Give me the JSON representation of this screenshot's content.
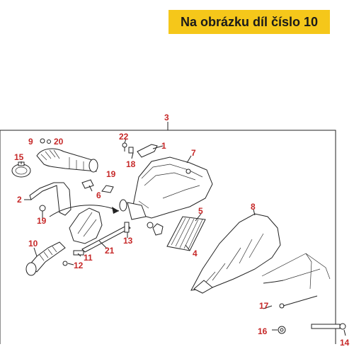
{
  "badge": {
    "text": "Na obrázku díl číslo 10",
    "bg": "#f5c71a"
  },
  "label_color": "#c62828",
  "callouts": {
    "c1": "1",
    "c2": "2",
    "c3": "3",
    "c4": "4",
    "c5": "5",
    "c6": "6",
    "c7": "7",
    "c8": "8",
    "c9": "9",
    "c10": "10",
    "c11": "11",
    "c12": "12",
    "c13": "13",
    "c14": "14",
    "c15": "15",
    "c16": "16",
    "c17": "17",
    "c18": "18",
    "c19a": "19",
    "c19b": "19",
    "c20": "20",
    "c21": "21",
    "c22": "22"
  }
}
